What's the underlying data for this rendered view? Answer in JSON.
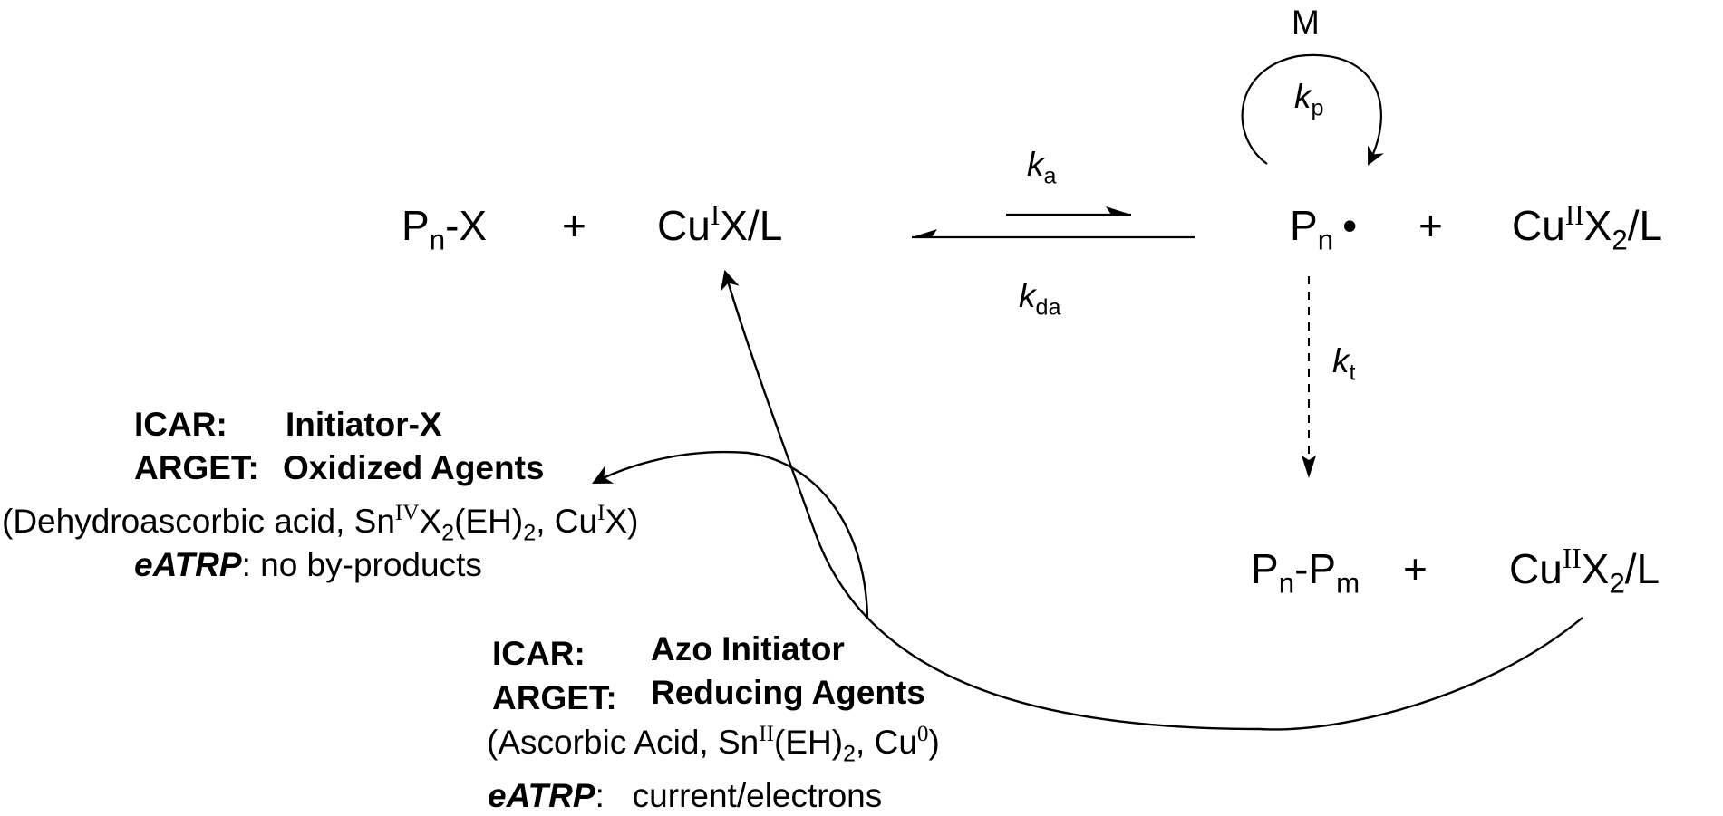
{
  "scheme": {
    "reactants": {
      "pn_x": {
        "base": "P",
        "sub": "n",
        "tail": "-X"
      },
      "plus1": "+",
      "cu_i": {
        "base": "Cu",
        "sup": "I",
        "tail": "X/L"
      }
    },
    "rates": {
      "ka": {
        "k": "k",
        "sub": "a"
      },
      "kda": {
        "k": "k",
        "sub": "da"
      },
      "kp": {
        "k": "k",
        "sub": "p"
      },
      "kt": {
        "k": "k",
        "sub": "t"
      }
    },
    "monomer": "M",
    "radical": {
      "base": "P",
      "sub": "n",
      "dot": "•"
    },
    "plus2": "+",
    "cu_ii_top": {
      "base": "Cu",
      "sup": "II",
      "mid": "X",
      "sub": "2",
      "tail": "/L"
    },
    "termination": {
      "product": {
        "a": "P",
        "a_sub": "n",
        "dash": "-P",
        "b_sub": "m"
      },
      "plus": "+",
      "cu_ii": {
        "base": "Cu",
        "sup": "II",
        "mid": "X",
        "sub": "2",
        "tail": "/L"
      }
    }
  },
  "byproducts": {
    "icar": {
      "label": "ICAR:",
      "text": "Initiator-X"
    },
    "arget": {
      "label": "ARGET:",
      "text": "Oxidized Agents"
    },
    "examples": {
      "open": "(Dehydroascorbic acid, Sn",
      "sup1": "IV",
      "mid1": "X",
      "sub1": "2",
      "mid2": "(EH)",
      "sub2": "2",
      "mid3": ", Cu",
      "sup2": "I",
      "close": "X)"
    },
    "eatrp": {
      "label": "eATRP",
      "text": ": no by-products"
    }
  },
  "activators": {
    "icar": {
      "label": "ICAR:",
      "text": "Azo Initiator"
    },
    "arget": {
      "label": "ARGET:",
      "text": "Reducing Agents"
    },
    "examples": {
      "open": "(Ascorbic Acid, Sn",
      "sup1": "II",
      "mid1": "(EH)",
      "sub1": "2",
      "mid2": ", Cu",
      "sup2": "0",
      "close": ")"
    },
    "eatrp": {
      "label": "eATRP",
      "text": ":   current/electrons"
    }
  }
}
